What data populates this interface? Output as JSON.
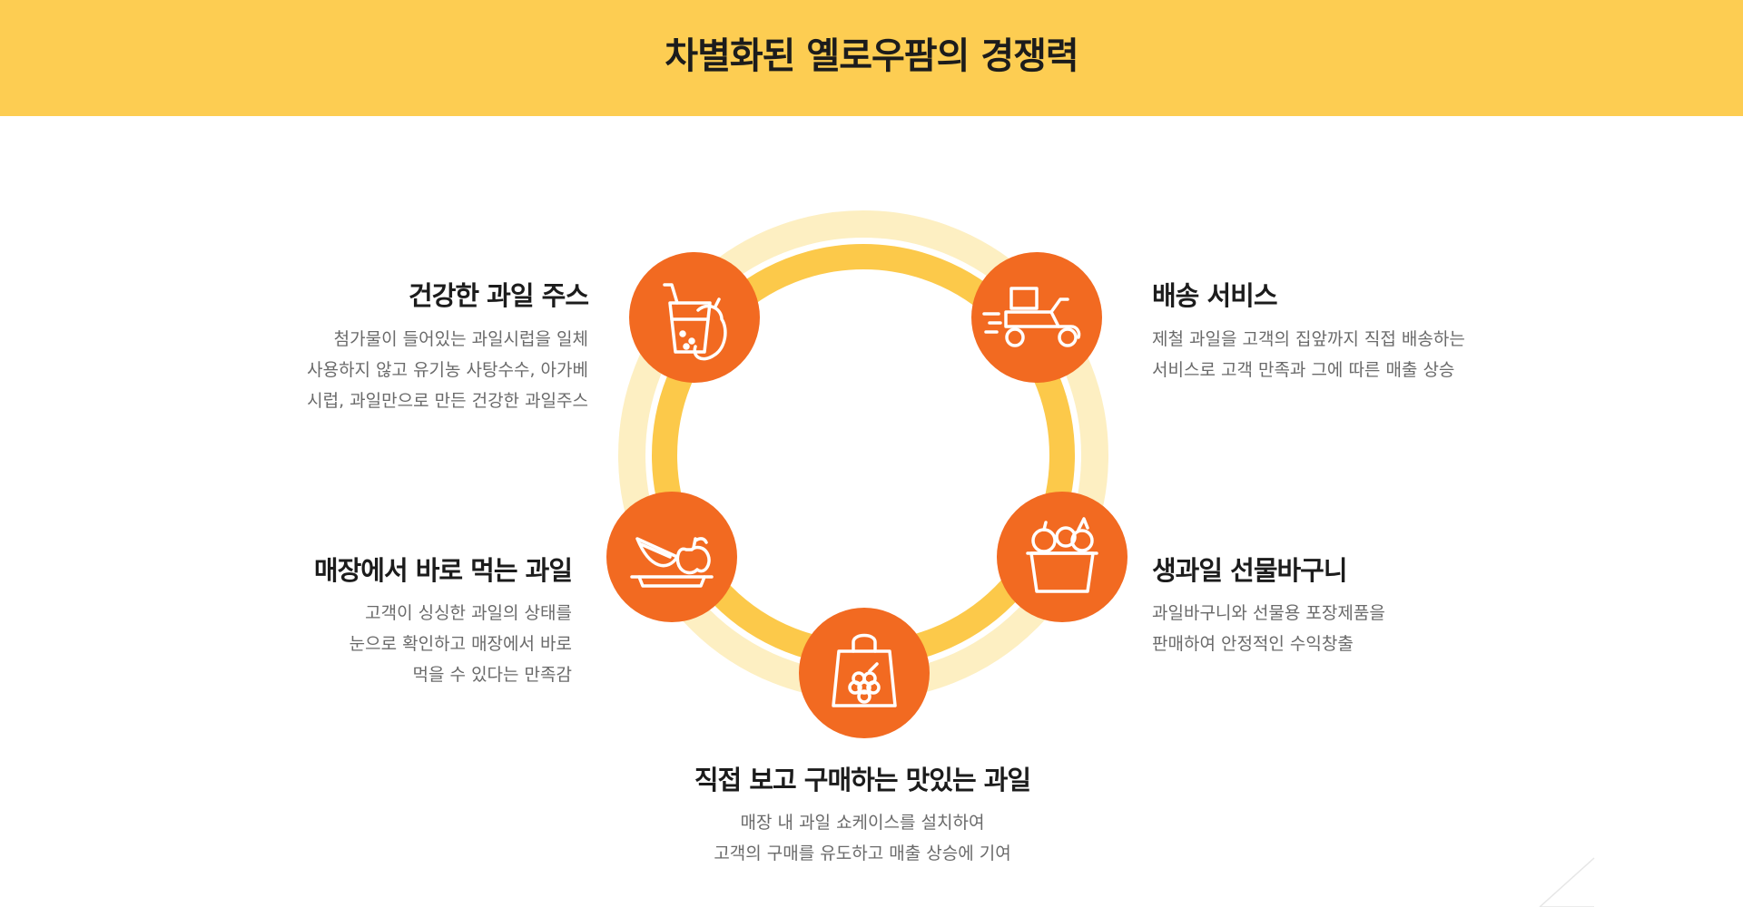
{
  "header": {
    "title": "차별화된 옐로우팜의 경쟁력"
  },
  "colors": {
    "header_band": "#fdcd52",
    "icon_circle": "#f26a21",
    "ring_inner": "#fcc94a",
    "ring_outer": "#fdefc2",
    "title_text": "#1c1c1c",
    "desc_text": "#6a6a6a"
  },
  "features": [
    {
      "id": "juice",
      "icon": "juice-cup-icon",
      "title": "건강한 과일 주스",
      "lines": [
        "첨가물이 들어있는 과일시럽을 일체",
        "사용하지 않고 유기농 사탕수수, 아가베",
        "시럽, 과일만으로 만든 건강한 과일주스"
      ]
    },
    {
      "id": "delivery",
      "icon": "delivery-scooter-icon",
      "title": "배송 서비스",
      "lines": [
        "제철 과일을 고객의 집앞까지 직접 배송하는",
        "서비스로 고객 만족과 그에 따른 매출 상승"
      ]
    },
    {
      "id": "instore",
      "icon": "fruit-plate-icon",
      "title": "매장에서 바로 먹는 과일",
      "lines": [
        "고객이 싱싱한 과일의 상태를",
        "눈으로 확인하고 매장에서 바로",
        "먹을 수 있다는 만족감"
      ]
    },
    {
      "id": "basket",
      "icon": "fruit-basket-icon",
      "title": "생과일 선물바구니",
      "lines": [
        "과일바구니와 선물용 포장제품을",
        "판매하여 안정적인 수익창출"
      ]
    },
    {
      "id": "showcase",
      "icon": "shopping-bag-icon",
      "title": "직접 보고 구매하는 맛있는 과일",
      "lines": [
        "매장 내 과일 쇼케이스를 설치하여",
        "고객의 구매를 유도하고 매출 상승에 기여"
      ]
    }
  ]
}
